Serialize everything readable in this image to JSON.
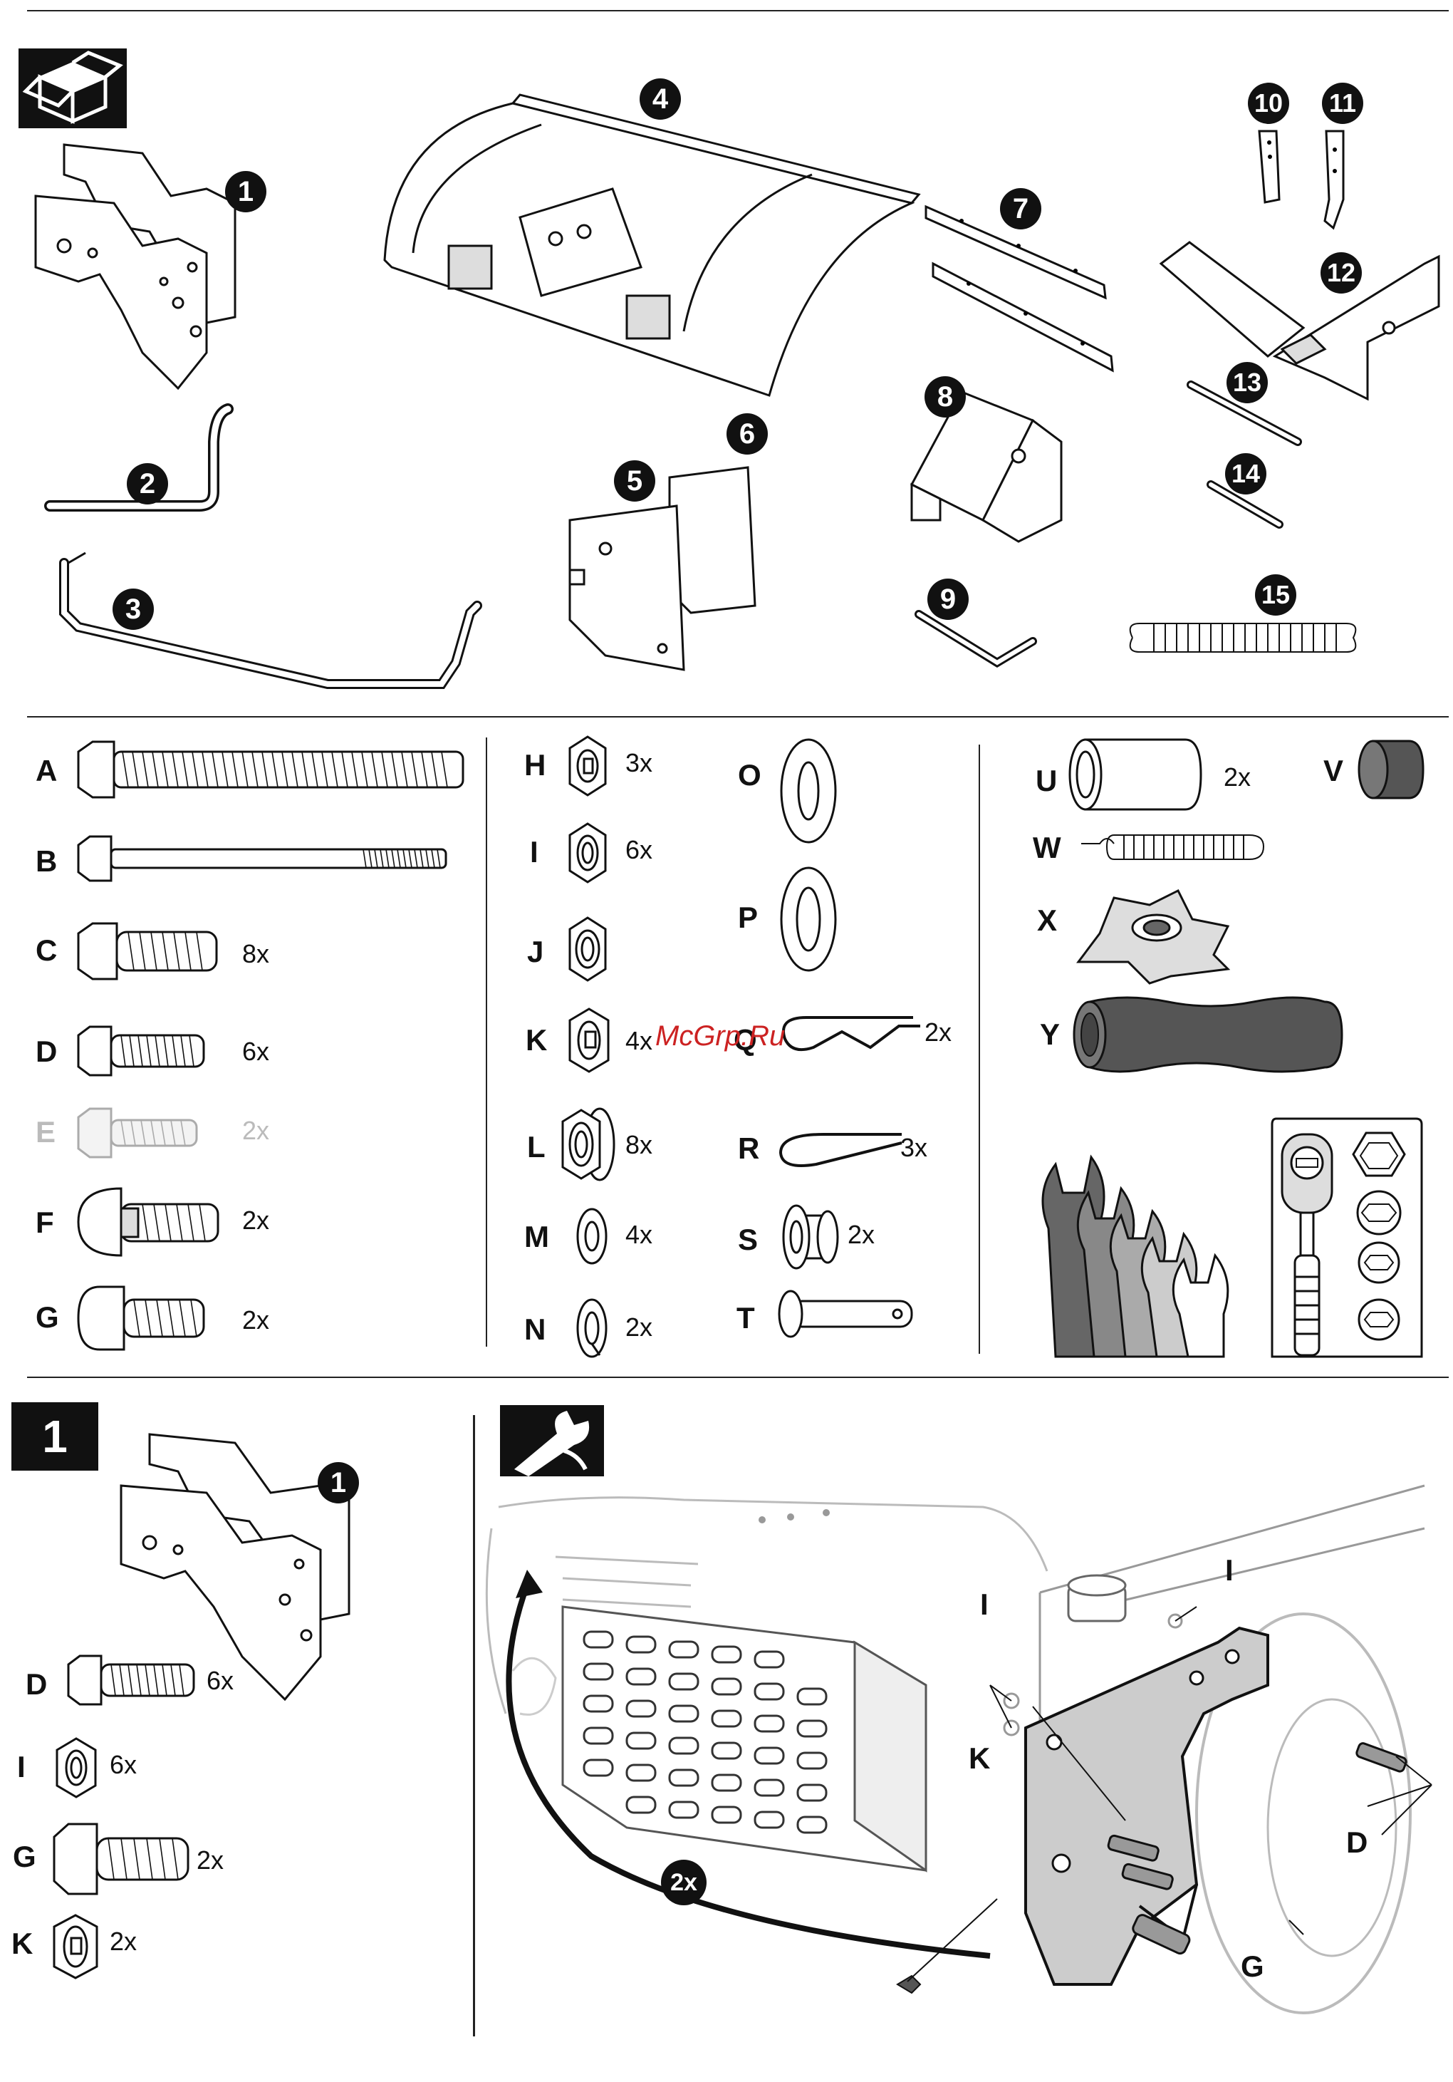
{
  "parts_badges": [
    "1",
    "2",
    "3",
    "4",
    "5",
    "6",
    "7",
    "8",
    "9",
    "10",
    "11",
    "12",
    "13",
    "14",
    "15"
  ],
  "hardware": {
    "col1": [
      {
        "letter": "A",
        "qty": ""
      },
      {
        "letter": "B",
        "qty": ""
      },
      {
        "letter": "C",
        "qty": "8x"
      },
      {
        "letter": "D",
        "qty": "6x"
      },
      {
        "letter": "E",
        "qty": "2x"
      },
      {
        "letter": "F",
        "qty": "2x"
      },
      {
        "letter": "G",
        "qty": "2x"
      }
    ],
    "col2": [
      {
        "letter": "H",
        "qty": "3x"
      },
      {
        "letter": "I",
        "qty": "6x"
      },
      {
        "letter": "J",
        "qty": ""
      },
      {
        "letter": "K",
        "qty": "4x"
      },
      {
        "letter": "L",
        "qty": "8x"
      },
      {
        "letter": "M",
        "qty": "4x"
      },
      {
        "letter": "N",
        "qty": "2x"
      }
    ],
    "col3": [
      {
        "letter": "O",
        "qty": ""
      },
      {
        "letter": "P",
        "qty": ""
      },
      {
        "letter": "Q",
        "qty": "2x"
      },
      {
        "letter": "R",
        "qty": "3x"
      },
      {
        "letter": "S",
        "qty": "2x"
      },
      {
        "letter": "T",
        "qty": ""
      }
    ],
    "col4": [
      {
        "letter": "U",
        "qty": "2x"
      },
      {
        "letter": "V",
        "qty": ""
      },
      {
        "letter": "W",
        "qty": ""
      },
      {
        "letter": "X",
        "qty": ""
      },
      {
        "letter": "Y",
        "qty": ""
      }
    ]
  },
  "watermark": "McGrp.Ru",
  "step": {
    "number": "1",
    "part_badge": "1",
    "items": [
      {
        "letter": "D",
        "qty": "6x"
      },
      {
        "letter": "I",
        "qty": "6x"
      },
      {
        "letter": "G",
        "qty": "2x"
      },
      {
        "letter": "K",
        "qty": "2x"
      }
    ],
    "callouts": {
      "i_top": "I",
      "i_mid": "I",
      "k": "K",
      "d": "D",
      "g": "G",
      "arrow_qty": "2x"
    }
  },
  "icons": [
    "box-icon",
    "wrench-icon",
    "open-end-wrenches-icon",
    "socket-wrench-set-icon"
  ]
}
